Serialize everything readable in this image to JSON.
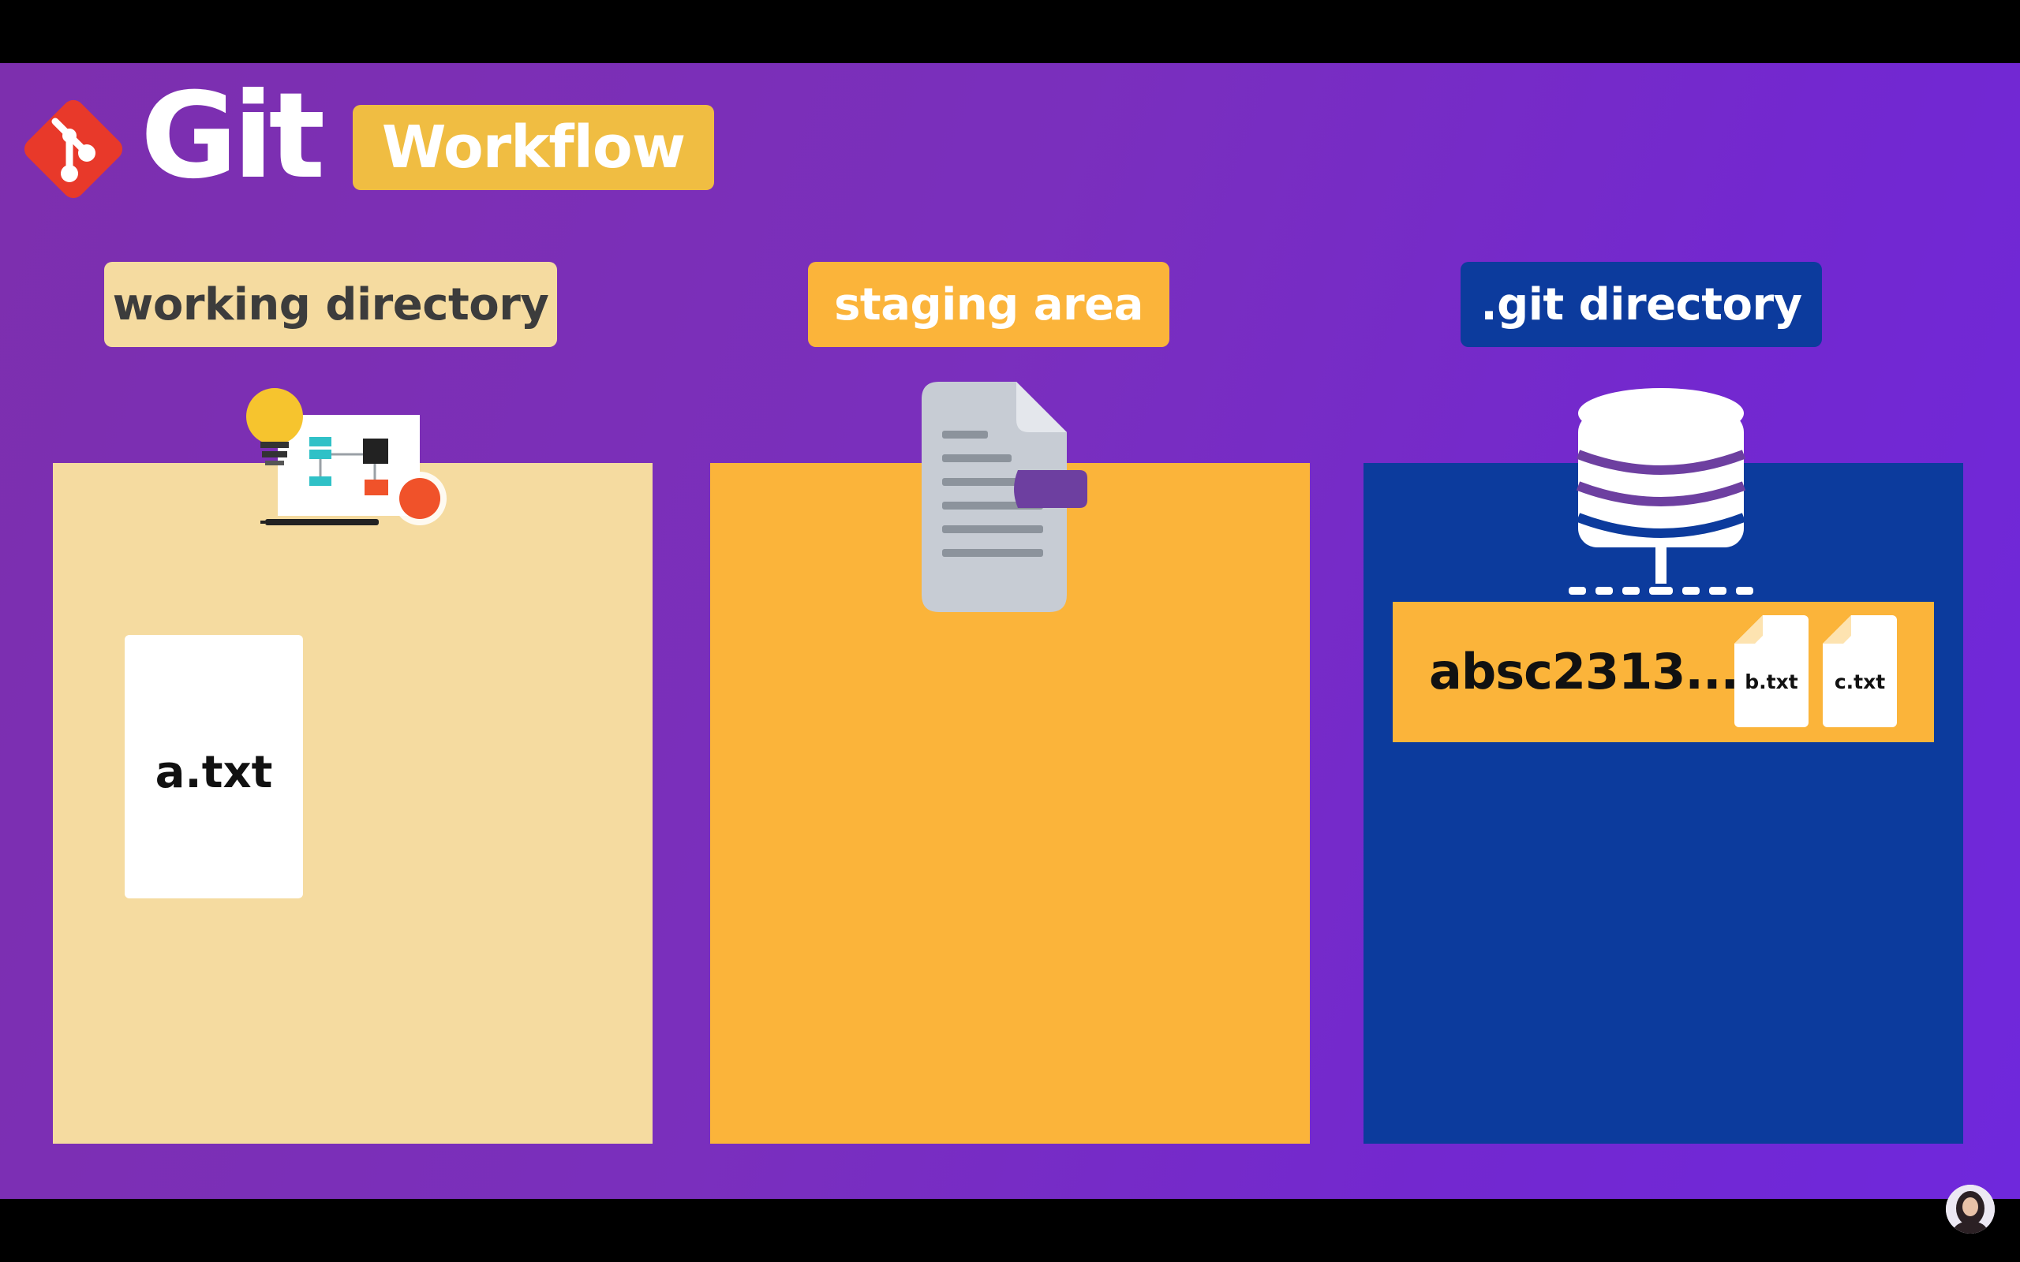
{
  "header": {
    "logo_word": "Git",
    "badge": "Workflow"
  },
  "areas": {
    "working_directory": {
      "label": "working directory",
      "files": [
        "a.txt"
      ]
    },
    "staging_area": {
      "label": "staging area",
      "files": []
    },
    "git_directory": {
      "label": ".git directory",
      "commit": {
        "hash": "absc2313...",
        "files": [
          "b.txt",
          "c.txt"
        ]
      }
    }
  },
  "icons": {
    "logo": "git-logo-icon",
    "working_directory": "workspace-lightbulb-icon",
    "staging_area": "document-icon",
    "git_directory": "database-icon",
    "presenter": "presenter-avatar-icon"
  },
  "colors": {
    "background_start": "#7d2fae",
    "background_end": "#6f28dc",
    "working_directory": "#f5dba0",
    "staging_area": "#fbb43a",
    "git_directory": "#0c3b9d",
    "workflow_badge": "#f0bd42",
    "git_logo": "#e8392a"
  }
}
